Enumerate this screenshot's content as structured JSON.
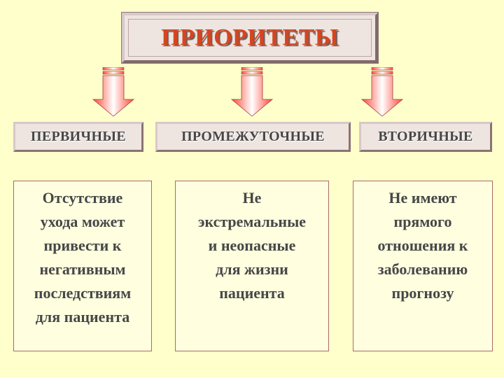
{
  "title": "ПРИОРИТЕТЫ",
  "colors": {
    "background": "#ffffcc",
    "title_text": "#d6451e",
    "arrow": "#ff6050",
    "body_text": "#474747"
  },
  "icons": [
    "arrow-down-icon"
  ],
  "categories": [
    {
      "label": "ПЕРВИЧНЫЕ",
      "description": "Отсутствие\nухода может\nпривести к\nнегативным\nпоследствиям\nдля пациента"
    },
    {
      "label": "ПРОМЕЖУТОЧНЫЕ",
      "description": "Не\nэкстремальные\nи неопасные\nдля жизни\nпациента"
    },
    {
      "label": "ВТОРИЧНЫЕ",
      "description": "Не имеют\nпрямого\nотношения к\nзаболеванию\nпрогнозу"
    }
  ]
}
